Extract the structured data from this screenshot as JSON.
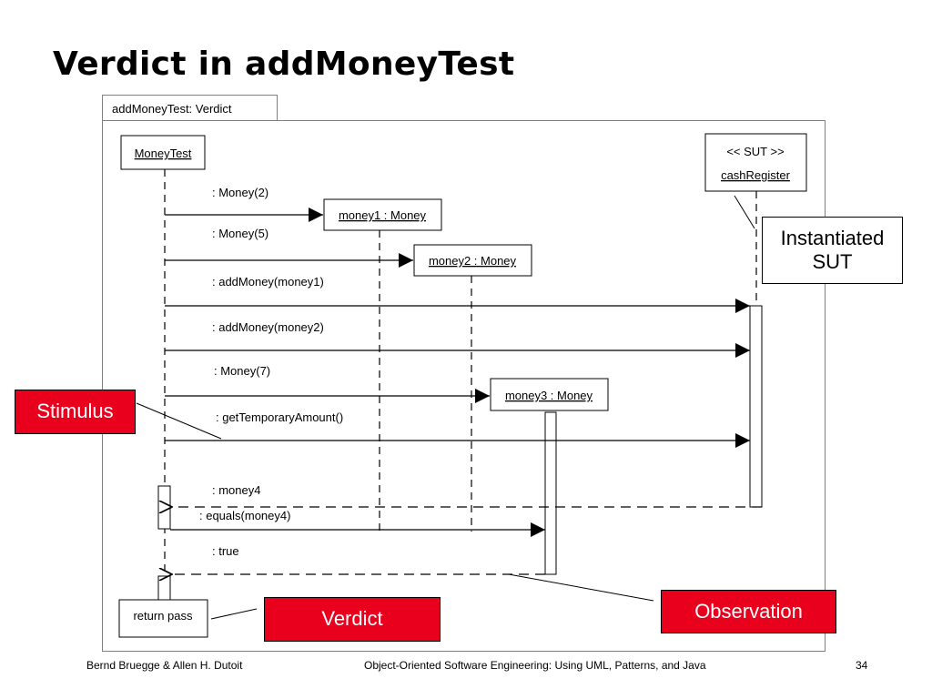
{
  "slide": {
    "title": "Verdict in addMoneyTest",
    "footer_left": "Bernd Bruegge & Allen H. Dutoit",
    "footer_center": "Object-Oriented Software Engineering: Using UML, Patterns, and Java",
    "page_number": "34"
  },
  "frame": {
    "label": "addMoneyTest:  Verdict"
  },
  "lifelines": {
    "money_test": "MoneyTest",
    "money1": "money1 : Money",
    "money2": "money2 : Money",
    "money3": "money3 : Money",
    "sut_stereotype": "<< SUT >>",
    "cash_register": "cashRegister"
  },
  "messages": [
    {
      "label": ": Money(2)",
      "kind": "create"
    },
    {
      "label": ": Money(5)",
      "kind": "create"
    },
    {
      "label": ": addMoney(money1)",
      "kind": "call"
    },
    {
      "label": ": addMoney(money2)",
      "kind": "call"
    },
    {
      "label": ": Money(7)",
      "kind": "create"
    },
    {
      "label": ": getTemporaryAmount()",
      "kind": "call"
    },
    {
      "label": ": money4",
      "kind": "return"
    },
    {
      "label": ": equals(money4)",
      "kind": "call"
    },
    {
      "label": ": true",
      "kind": "return"
    }
  ],
  "verdict_box": "return pass",
  "callouts": {
    "instantiated_sut": [
      "Instantiated",
      "SUT"
    ],
    "stimulus": "Stimulus",
    "verdict": "Verdict",
    "observation": "Observation"
  },
  "colors": {
    "callout_red": "#e8001c",
    "frame_border": "#808080"
  }
}
